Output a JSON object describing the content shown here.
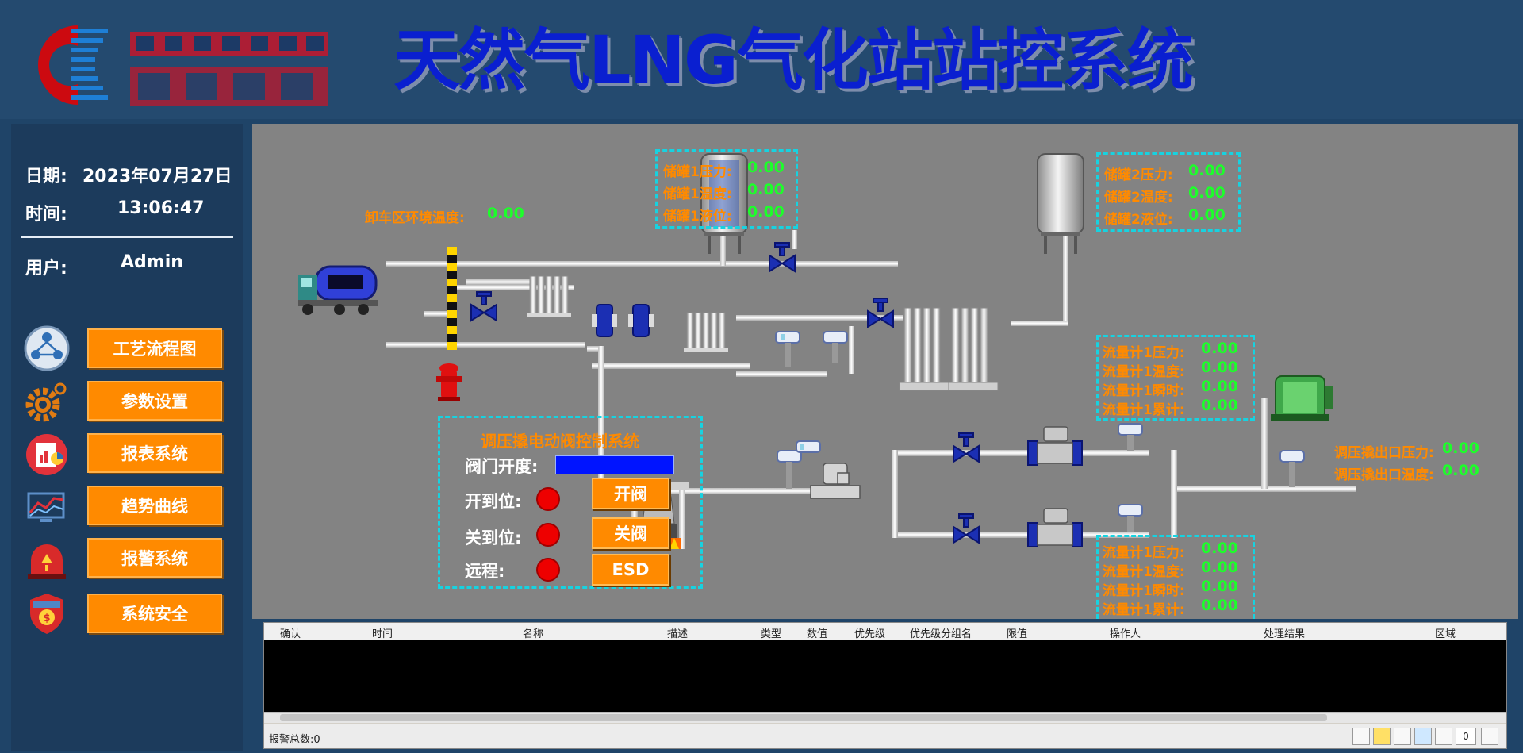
{
  "header": {
    "title": "天然气LNG气化站站控系统"
  },
  "sidebar": {
    "date_label": "日期:",
    "date_value": "2023年07月27日",
    "time_label": "时间:",
    "time_value": "13:06:47",
    "user_label": "用户:",
    "user_value": "Admin",
    "nav": [
      {
        "label": "工艺流程图",
        "icon": "process-flow-icon"
      },
      {
        "label": "参数设置",
        "icon": "gear-icon"
      },
      {
        "label": "报表系统",
        "icon": "report-icon"
      },
      {
        "label": "趋势曲线",
        "icon": "trend-chart-icon"
      },
      {
        "label": "报警系统",
        "icon": "alarm-icon"
      },
      {
        "label": "系统安全",
        "icon": "security-shield-icon"
      }
    ]
  },
  "process": {
    "unload_temp_label": "卸车区环境温度:",
    "unload_temp_value": "0.00",
    "tank1": {
      "pressure_label": "储罐1压力:",
      "pressure_value": "0.00",
      "temp_label": "储罐1温度:",
      "temp_value": "0.00",
      "level_label": "储罐1液位:",
      "level_value": "0.00"
    },
    "tank2": {
      "pressure_label": "储罐2压力:",
      "pressure_value": "0.00",
      "temp_label": "储罐2温度:",
      "temp_value": "0.00",
      "level_label": "储罐2液位:",
      "level_value": "0.00"
    },
    "flowmeter_top": {
      "pressure_label": "流量计1压力:",
      "pressure_value": "0.00",
      "temp_label": "流量计1温度:",
      "temp_value": "0.00",
      "instant_label": "流量计1瞬时:",
      "instant_value": "0.00",
      "total_label": "流量计1累计:",
      "total_value": "0.00"
    },
    "flowmeter_bottom": {
      "pressure_label": "流量计1压力:",
      "pressure_value": "0.00",
      "temp_label": "流量计1温度:",
      "temp_value": "0.00",
      "instant_label": "流量计1瞬时:",
      "instant_value": "0.00",
      "total_label": "流量计1累计:",
      "total_value": "0.00"
    },
    "outlet": {
      "pressure_label": "调压撬出口压力:",
      "pressure_value": "0.00",
      "temp_label": "调压撬出口温度:",
      "temp_value": "0.00"
    },
    "valve_panel": {
      "title": "调压撬电动阀控制系统",
      "opening_label": "阀门开度:",
      "open_pos_label": "开到位:",
      "close_pos_label": "关到位:",
      "remote_label": "远程:",
      "open_btn": "开阀",
      "close_btn": "关阀",
      "esd_btn": "ESD"
    }
  },
  "alarm": {
    "columns": [
      "确认",
      "时间",
      "名称",
      "描述",
      "类型",
      "数值",
      "优先级",
      "优先级分组名",
      "限值",
      "操作人",
      "处理结果",
      "区域"
    ],
    "count_label": "报警总数:0",
    "status_value": "0"
  },
  "colors": {
    "accent_orange": "#ff8a00",
    "value_green": "#1cff2a",
    "title_blue": "#0a1fd0",
    "dash_cyan": "#17d2e0",
    "led_red": "#ee0000"
  }
}
